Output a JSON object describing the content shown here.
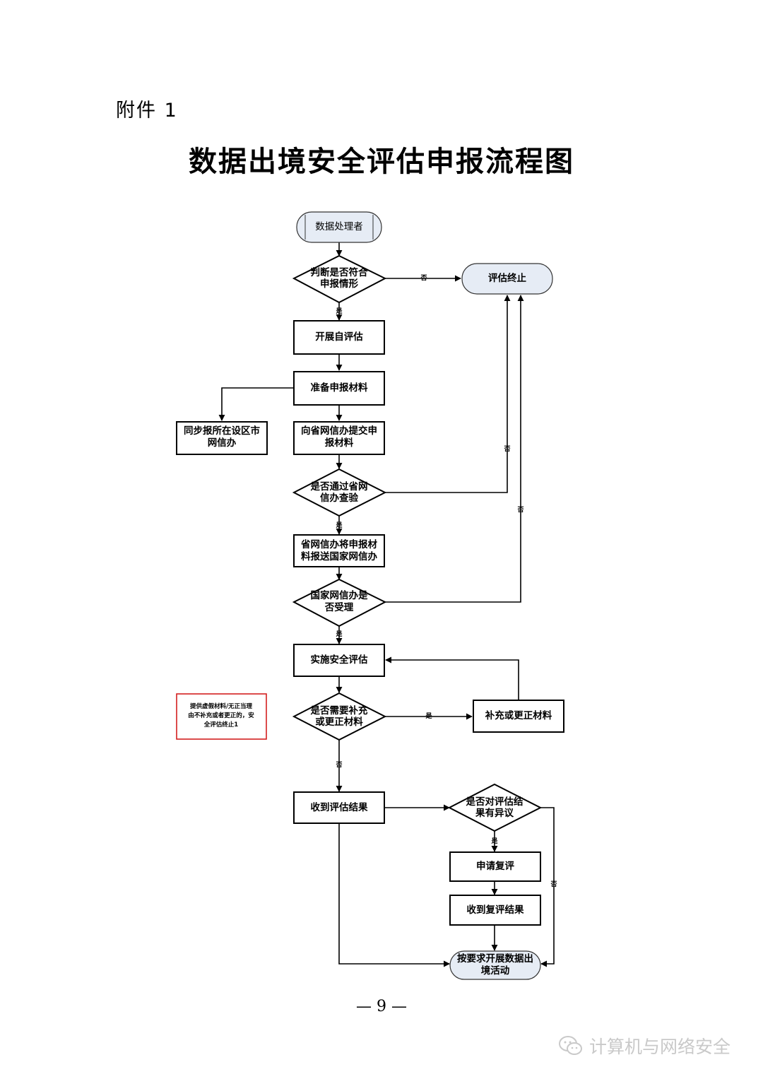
{
  "header": {
    "annex": "附件 1",
    "title": "数据出境安全评估申报流程图"
  },
  "flow": {
    "start": "数据处理者",
    "d1": [
      "判断是否符合",
      "申报情形"
    ],
    "end_terminate": "评估终止",
    "s1": "开展自评估",
    "s2": "准备申报材料",
    "s3": [
      "同步报所在设区市",
      "网信办"
    ],
    "s4": [
      "向省网信办提交申",
      "报材料"
    ],
    "d2": [
      "是否通过省网",
      "信办查验"
    ],
    "s5": [
      "省网信办将申报材",
      "料报送国家网信办"
    ],
    "d3": [
      "国家网信办是",
      "否受理"
    ],
    "s6": "实施安全评估",
    "d4": [
      "是否需要补充",
      "或更正材料"
    ],
    "s7": "补充或更正材料",
    "note": [
      "提供虚假材料/无正当理",
      "由不补充或者更正的，安",
      "全评估终止1"
    ],
    "s8": "收到评估结果",
    "d5": [
      "是否对评估结",
      "果有异议"
    ],
    "s9": "申请复评",
    "s10": "收到复评结果",
    "end_final": [
      "按要求开展数据出",
      "境活动"
    ],
    "labels": {
      "yes": "是",
      "no": "否"
    }
  },
  "footer": {
    "page_number": "— 9 —",
    "watermark": "计算机与网络安全"
  },
  "colors": {
    "terminal_fill": "#e6ecf5",
    "note_border": "#d42020",
    "watermark": "#c9c9c9"
  }
}
